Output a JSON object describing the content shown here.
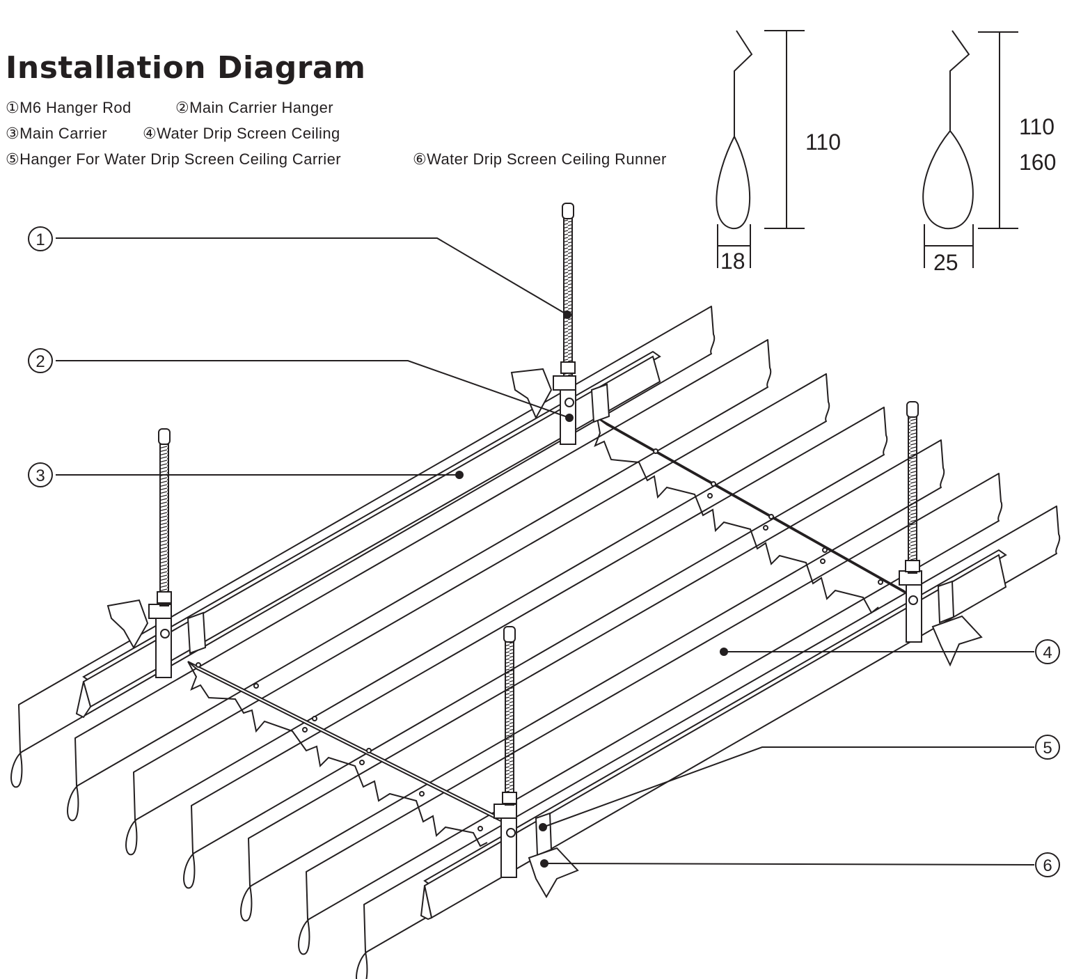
{
  "title": "Installation Diagram",
  "legend": [
    {
      "num": "①",
      "label": "M6 Hanger Rod"
    },
    {
      "num": "②",
      "label": "Main Carrier Hanger"
    },
    {
      "num": "③",
      "label": "Main Carrier"
    },
    {
      "num": "④",
      "label": "Water Drip Screen Ceiling"
    },
    {
      "num": "⑤",
      "label": "Hanger For Water Drip Screen Ceiling Carrier"
    },
    {
      "num": "⑥",
      "label": "Water Drip Screen Ceiling Runner"
    }
  ],
  "callouts": [
    "1",
    "2",
    "3",
    "4",
    "5",
    "6"
  ],
  "profiles": [
    {
      "height": "110",
      "width": "18"
    },
    {
      "height_a": "110",
      "height_b": "160",
      "width": "25"
    }
  ],
  "colors": {
    "line": "#231f20",
    "background": "#ffffff"
  }
}
